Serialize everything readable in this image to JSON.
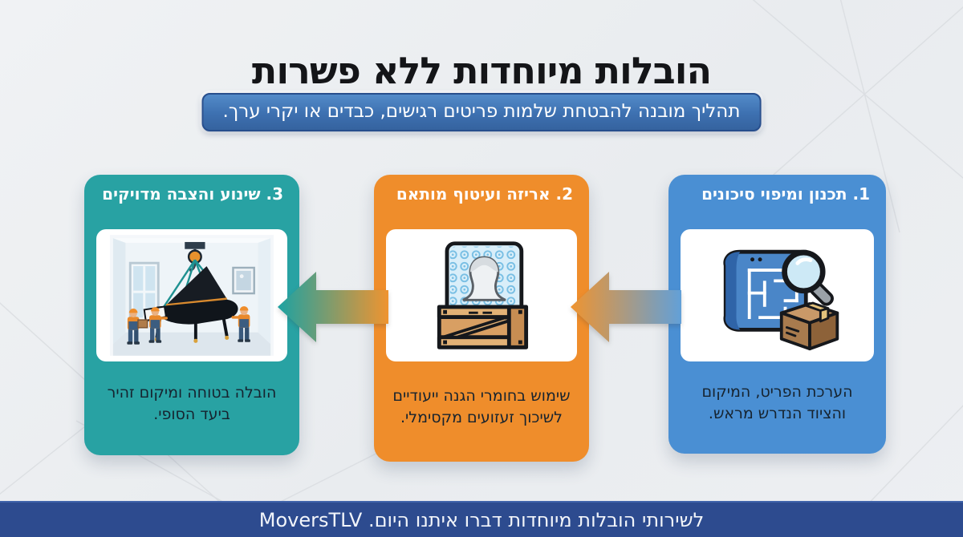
{
  "page_title": "הובלות מיוחדות ללא פשרות",
  "subtitle": "תהליך מובנה להבטחת שלמות פריטים רגישים, כבדים או יקרי ערך.",
  "steps": [
    {
      "title": "1. תכנון ומיפוי סיכונים",
      "body": "הערכת הפריט, המיקום והציוד הנדרש מראש.",
      "accent_color": "#4a8fd3",
      "icon": "blueprint-magnifier-box-icon"
    },
    {
      "title": "2. אריזה ועיטוף מותאם",
      "body": "שימוש בחומרי הגנה ייעודיים לשיכוך זעזועים מקסימלי.",
      "accent_color": "#ef8d2b",
      "icon": "bust-bubble-wrap-crate-icon"
    },
    {
      "title": "3. שינוע והצבה מדויקים",
      "body": "הובלה בטוחה ומיקום זהיר ביעד הסופי.",
      "accent_color": "#28a2a3",
      "icon": "piano-hoist-movers-illustration"
    }
  ],
  "flow": {
    "direction": "right-to-left",
    "arrow_gradients": [
      {
        "from": "#4a8fd3",
        "to": "#ef8d2b"
      },
      {
        "from": "#ef8d2b",
        "to": "#28a2a3"
      }
    ]
  },
  "footer_text": "לשירותי הובלות מיוחדות דברו איתנו היום. MoversTLV",
  "colors": {
    "background": "#edeff2",
    "title_text": "#141518",
    "subtitle_pill": "#3f74b4",
    "subtitle_border": "#274e8d",
    "footer_bar": "#2d4b8f",
    "card_body_text": "#16232f"
  }
}
